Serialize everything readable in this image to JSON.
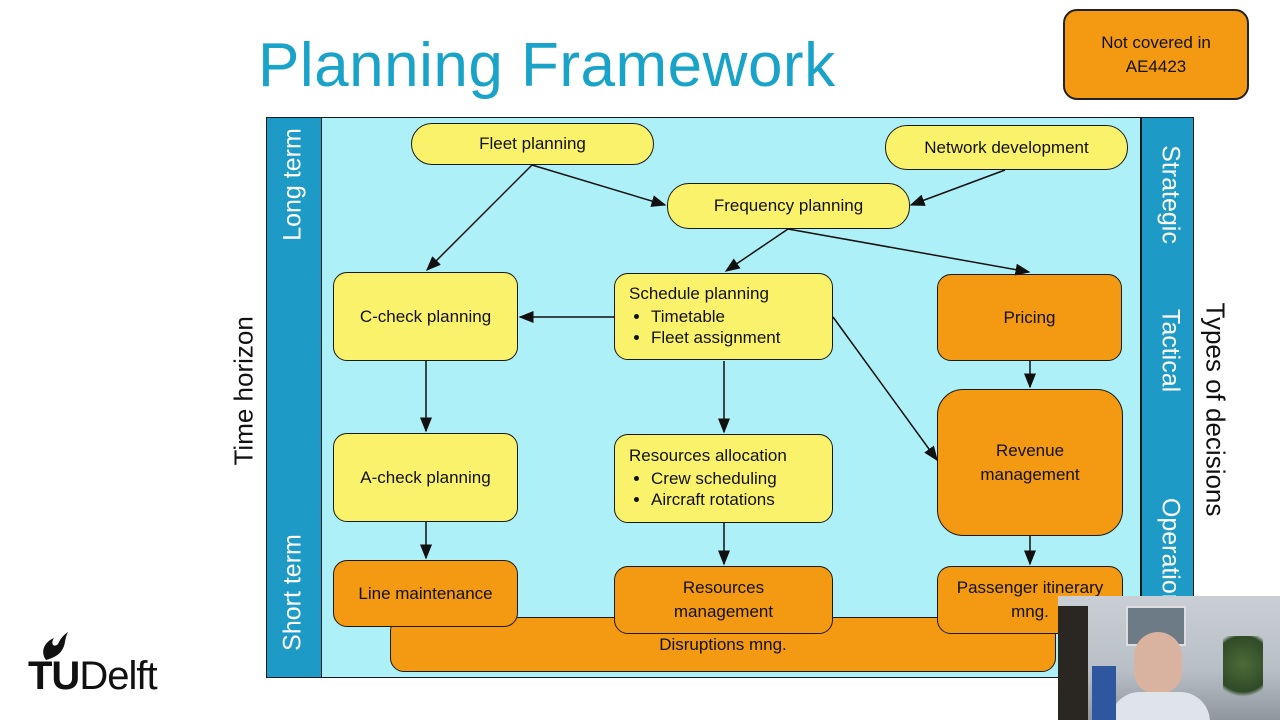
{
  "title": "Planning Framework",
  "legend": {
    "text": "Not covered in AE4423"
  },
  "axes": {
    "time_horizon": "Time horizon",
    "long_term": "Long term",
    "short_term": "Short term",
    "types_of_decisions": "Types of decisions",
    "strategic": "Strategic",
    "tactical": "Tactical",
    "operational": "Operational"
  },
  "nodes": {
    "fleet_planning": "Fleet planning",
    "network_development": "Network development",
    "frequency_planning": "Frequency planning",
    "c_check": "C-check planning",
    "schedule_planning": {
      "title": "Schedule planning",
      "items": [
        "Timetable",
        "Fleet assignment"
      ]
    },
    "pricing": "Pricing",
    "a_check": "A-check planning",
    "resources_allocation": {
      "title": "Resources allocation",
      "items": [
        "Crew scheduling",
        "Aircraft rotations"
      ]
    },
    "revenue_management": "Revenue management",
    "line_maintenance": "Line maintenance",
    "resources_management": "Resources management",
    "passenger_itinerary": "Passenger itinerary mng.",
    "disruptions": "Disruptions mng."
  },
  "logo": {
    "bold": "TU",
    "regular": "Delft"
  },
  "colors": {
    "accent": "#1aa3c9",
    "bar": "#1d9ac6",
    "light": "#aef0f8",
    "yellow": "#fbf26b",
    "orange": "#f39a12"
  }
}
